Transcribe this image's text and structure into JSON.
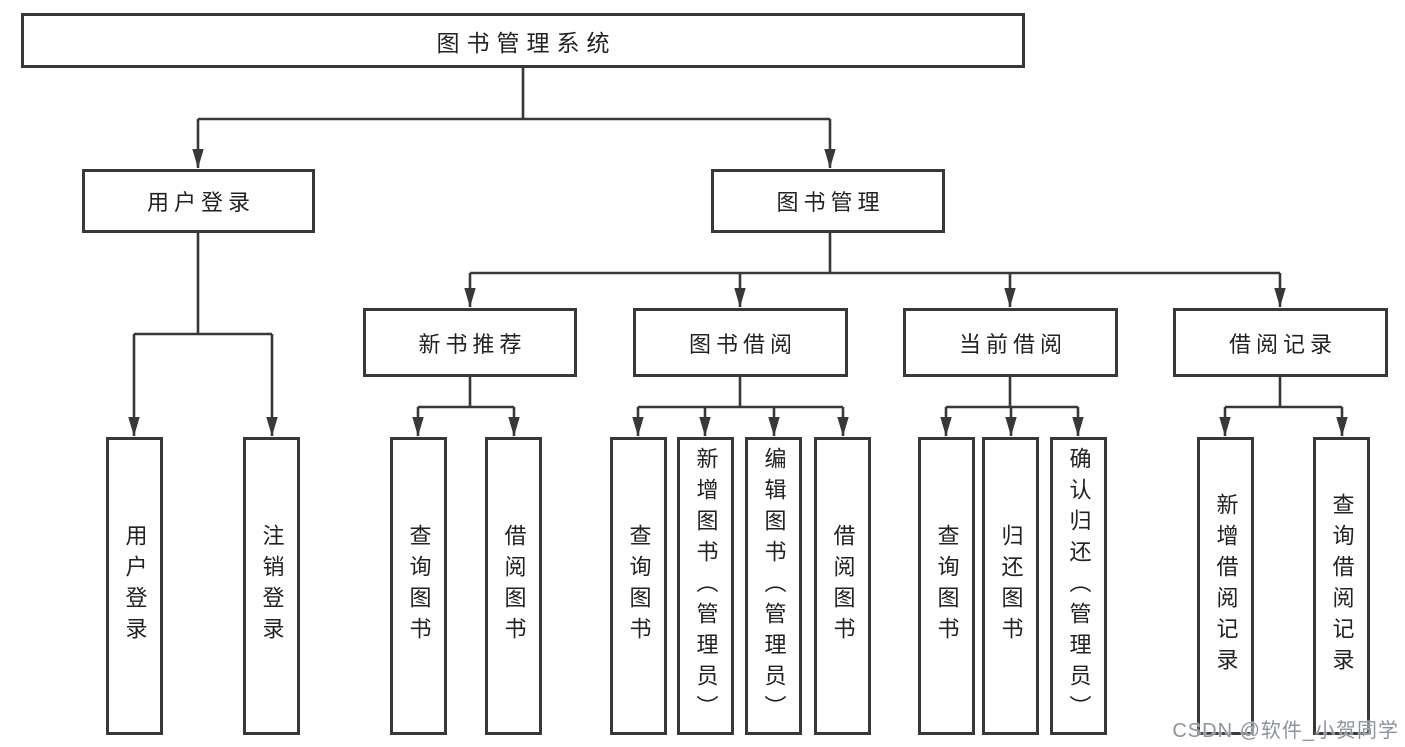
{
  "diagram": {
    "title": "图书管理系统",
    "root": {
      "label": "图书管理系统"
    },
    "level2": [
      {
        "label": "用户登录",
        "parent": "图书管理系统"
      },
      {
        "label": "图书管理",
        "parent": "图书管理系统"
      }
    ],
    "level3": [
      {
        "label": "新书推荐",
        "parent": "图书管理"
      },
      {
        "label": "图书借阅",
        "parent": "图书管理"
      },
      {
        "label": "当前借阅",
        "parent": "图书管理"
      },
      {
        "label": "借阅记录",
        "parent": "图书管理"
      }
    ],
    "leaves": [
      {
        "label": "用户登录",
        "parent": "用户登录"
      },
      {
        "label": "注销登录",
        "parent": "用户登录"
      },
      {
        "label": "查询图书",
        "parent": "新书推荐"
      },
      {
        "label": "借阅图书",
        "parent": "新书推荐"
      },
      {
        "label": "查询图书",
        "parent": "图书借阅"
      },
      {
        "label": "新增图书（管理员）",
        "parent": "图书借阅"
      },
      {
        "label": "编辑图书（管理员）",
        "parent": "图书借阅"
      },
      {
        "label": "借阅图书",
        "parent": "图书借阅"
      },
      {
        "label": "查询图书",
        "parent": "当前借阅"
      },
      {
        "label": "归还图书",
        "parent": "当前借阅"
      },
      {
        "label": "确认归还（管理员）",
        "parent": "当前借阅"
      },
      {
        "label": "新增借阅记录",
        "parent": "借阅记录"
      },
      {
        "label": "查询借阅记录",
        "parent": "借阅记录"
      }
    ]
  },
  "watermark": {
    "text": "CSDN @软件_小贺同学"
  },
  "colors": {
    "line": "#383838",
    "box_border": "#383838",
    "text": "#222222",
    "watermark": "#8f949a",
    "background": "#ffffff"
  }
}
